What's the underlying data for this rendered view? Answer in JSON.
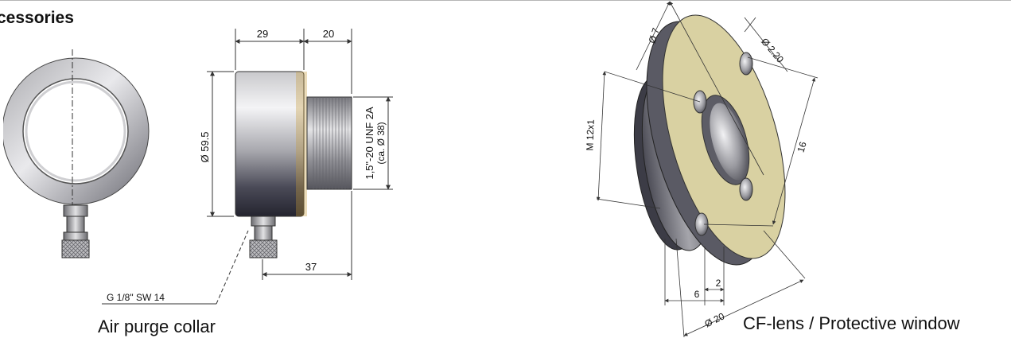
{
  "header": {
    "title": "cessories"
  },
  "captions": {
    "left": "Air purge collar",
    "right": "CF-lens / Protective window"
  },
  "collar": {
    "dims": {
      "width_body": "29",
      "width_thread": "20",
      "diameter": "Ø 59.5",
      "thread_line1": "1,5\"-20 UNF 2A",
      "thread_line2": "(ca. Ø 38)",
      "length": "37",
      "fitting": "G 1/8\" SW 14"
    }
  },
  "lens": {
    "dims": {
      "bore": "Ø 7",
      "holes": "Ø 2.20",
      "thread": "M 12x1",
      "pitch": "16",
      "thickness": "6",
      "lip": "2",
      "flange": "Ø 20"
    }
  },
  "colors": {
    "steel_light": "#e8e8ea",
    "steel_dark": "#3a3a44",
    "gold_face": "#d9d1a2",
    "dim_line": "#333333"
  }
}
